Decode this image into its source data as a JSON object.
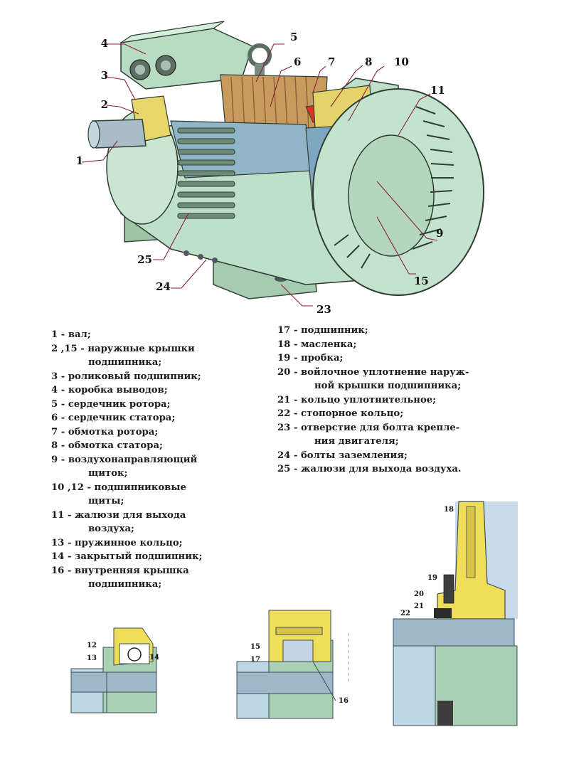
{
  "callouts": {
    "n1": "1",
    "n2": "2",
    "n3": "3",
    "n4": "4",
    "n5": "5",
    "n6": "6",
    "n7": "7",
    "n8": "8",
    "n9": "9",
    "n10": "10",
    "n11": "11",
    "n15": "15",
    "n23": "23",
    "n24": "24",
    "n25": "25"
  },
  "detail_callouts": {
    "n12": "12",
    "n13": "13",
    "n14": "14",
    "n15": "15",
    "n16": "16",
    "n17": "17",
    "n18": "18",
    "n19": "19",
    "n20": "20",
    "n21": "21",
    "n22": "22"
  },
  "legend_left": [
    [
      "1 - вал;"
    ],
    [
      "2 ,15 - наружные  крышки",
      "подшипника;"
    ],
    [
      "3 - роликовый  подшипник;"
    ],
    [
      "4 - коробка  выводов;"
    ],
    [
      "5 - сердечник  ротора;"
    ],
    [
      "6 - сердечник  статора;"
    ],
    [
      "7 - обмотка  ротора;"
    ],
    [
      "8 - обмотка  статора;"
    ],
    [
      "9 - воздухонаправляющий",
      "щиток;"
    ],
    [
      "10 ,12 - подшипниковые",
      "щиты;"
    ],
    [
      "11 - жалюзи  для  выхода",
      "воздуха;"
    ],
    [
      "13 - пружинное  кольцо;"
    ],
    [
      "14 - закрытый  подшипник;"
    ],
    [
      "16 - внутренняя  крышка",
      "подшипника;"
    ]
  ],
  "legend_right": [
    [
      "17 - подшипник;"
    ],
    [
      "18 - масленка;"
    ],
    [
      "19 - пробка;"
    ],
    [
      "20 - войлочное  уплотнение  наруж-",
      "ной  крышки  подшипника;"
    ],
    [
      "21 - кольцо  уплотнительное;"
    ],
    [
      "22 - стопорное  кольцо;"
    ],
    [
      "23 - отверстие  для  болта  крепле-",
      "ния  двигателя;"
    ],
    [
      "24 - болты  заземления;"
    ],
    [
      "25 - жалюзи  для  выхода  воздуха."
    ]
  ]
}
